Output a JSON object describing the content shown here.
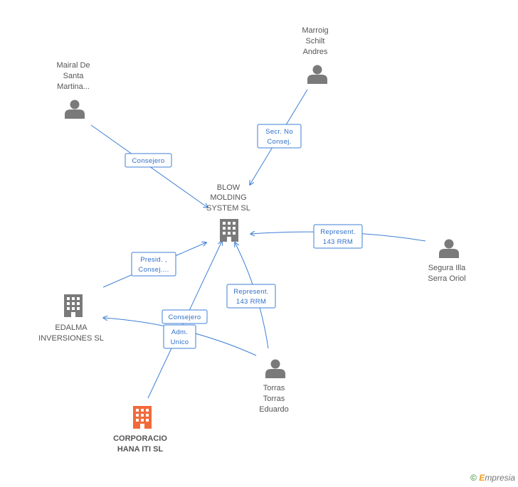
{
  "nodes": {
    "blow": [
      "BLOW",
      "MOLDING",
      "SYSTEM SL"
    ],
    "mairal": [
      "Mairal De",
      "Santa",
      "Martina..."
    ],
    "marroig": [
      "Marroig",
      "Schilt",
      "Andres"
    ],
    "segura": [
      "Segura Illa",
      "Serra Oriol"
    ],
    "edalma": [
      "EDALMA",
      "INVERSIONES SL"
    ],
    "torras": [
      "Torras",
      "Torras",
      "Eduardo"
    ],
    "corporacio": [
      "CORPORACIO",
      "HANA ITI SL"
    ]
  },
  "edges": {
    "consejero_mairal": [
      "Consejero"
    ],
    "secr_marroig": [
      "Secr.  No",
      "Consej."
    ],
    "represent_segura": [
      "Represent.",
      "143 RRM"
    ],
    "presid_edalma": [
      "Presid. ,",
      "Consej...."
    ],
    "represent_torras": [
      "Represent.",
      "143 RRM"
    ],
    "consejero_corporacio": [
      "Consejero"
    ],
    "adm_torras_edalma": [
      "Adm.",
      "Unico"
    ]
  },
  "colors": {
    "edge": "#3d7fd6",
    "person_icon": "#7a7a7a",
    "company_icon": "#7a7a7a",
    "focus_company_icon": "#f26a3a"
  },
  "footer": {
    "copyright": "©",
    "brand_initial": "E",
    "brand_rest": "mpresia"
  }
}
